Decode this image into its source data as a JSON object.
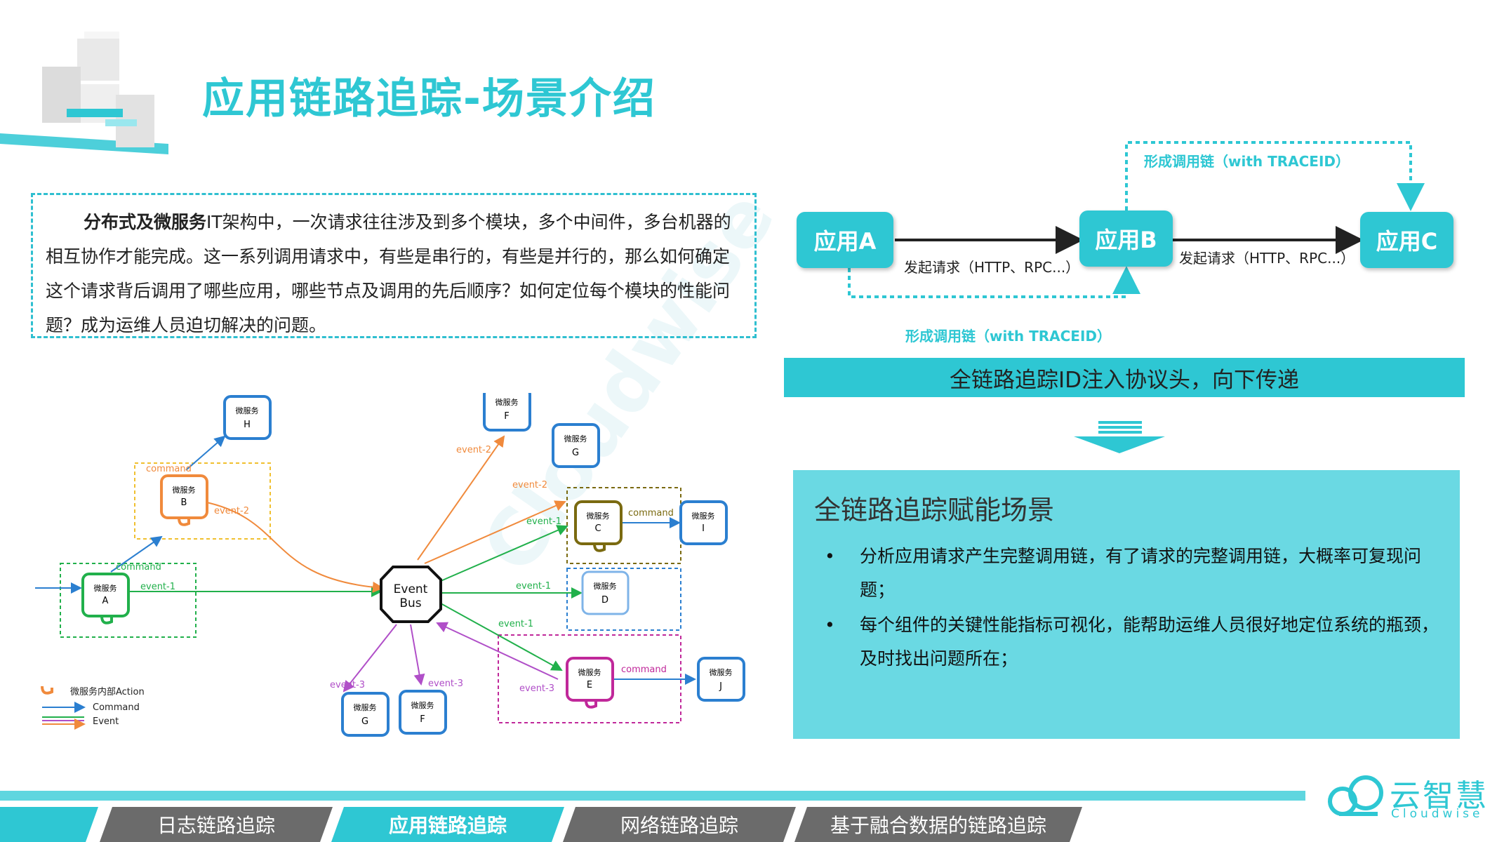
{
  "title": "应用链路追踪-场景介绍",
  "intro": {
    "bold": "分布式及微服务",
    "text": "IT架构中，一次请求往往涉及到多个模块，多个中间件，多台机器的相互协作才能完成。这一系列调用请求中，有些是串行的，有些是并行的，那么如何确定这个请求背后调用了哪些应用，哪些节点及调用的先后顺序？如何定位每个模块的性能问题？成为运维人员迫切解决的问题。"
  },
  "flow": {
    "apps": [
      "应用A",
      "应用B",
      "应用C"
    ],
    "request_ab": "发起请求（HTTP、RPC...）",
    "request_bc": "发起请求（HTTP、RPC...）",
    "trace_top": "形成调用链（with TRACEID）",
    "trace_bottom": "形成调用链（with TRACEID）"
  },
  "banner": "全链路追踪ID注入协议头，向下传递",
  "scene": {
    "title": "全链路追踪赋能场景",
    "items": [
      "分析应用请求产生完整调用链，有了请求的完整调用链，大概率可复现问题；",
      "每个组件的关键性能指标可视化，能帮助运维人员很好地定位系统的瓶颈，及时找出问题所在；"
    ]
  },
  "diagram": {
    "service_label": "微服务",
    "nodes": [
      "A",
      "B",
      "C",
      "D",
      "E",
      "F",
      "G",
      "H",
      "I",
      "J"
    ],
    "bus": [
      "Event",
      "Bus"
    ],
    "labels": {
      "command": "command",
      "event1": "event-1",
      "event2": "event-2",
      "event3": "event-3"
    },
    "legend": [
      "微服务内部Action",
      "Command",
      "Event"
    ],
    "colors": {
      "blue": "#2b7fd0",
      "orange": "#f08a3c",
      "green": "#21b04b",
      "olive": "#7a6a10",
      "magenta": "#c0289a",
      "purple": "#b04fc8"
    }
  },
  "tabs": [
    "日志链路追踪",
    "应用链路追踪",
    "网络链路追踪",
    "基于融合数据的链路追踪"
  ],
  "active_tab": 1,
  "logo": {
    "name": "云智慧",
    "sub": "Cloudwise"
  },
  "colors": {
    "accent": "#2ec7d3",
    "tab_inactive": "#6b6b6b",
    "scene_bg": "#6ad9e3"
  }
}
